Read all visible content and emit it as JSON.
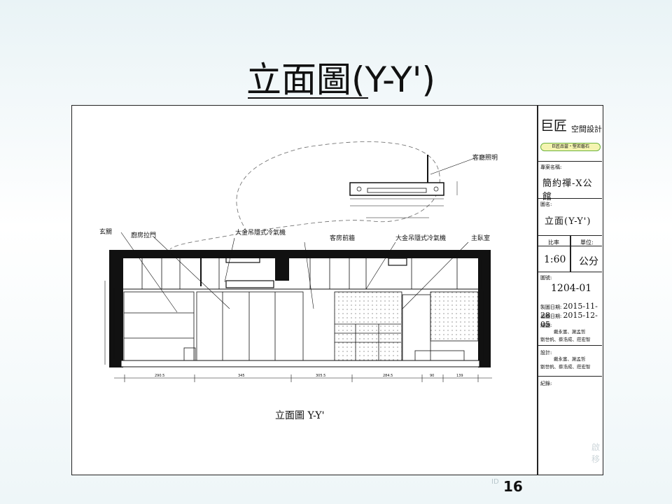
{
  "slide": {
    "title": "立面圖(Y-Y')",
    "page_number": "16",
    "faint_right_1": "啟",
    "faint_right_2": "移",
    "faint_bottom": "ID"
  },
  "drawing": {
    "caption": "立面圖 Y-Y'",
    "labels": {
      "entrance": "玄關",
      "kitchen_door": "廚房拉門",
      "ac_left": "大金吊隱式冷氣機",
      "guest_wall": "客房前牆",
      "ac_right": "大金吊隱式冷氣機",
      "master_bedroom": "主臥室",
      "living_light": "客廳照明"
    },
    "dimensions": [
      "290.5",
      "345",
      "305.5",
      "284.5",
      "90",
      "139"
    ]
  },
  "title_block": {
    "brand": "巨匠",
    "brand_sub": "空間設計",
    "slogan": "巨匠品當・堅若磐石",
    "project_label": "專案名稱:",
    "project_name": "簡約禪-X公館",
    "drawing_label": "圖名:",
    "drawing_name": "立面(Y-Y')",
    "scale_label": "比率",
    "unit_label": "單位:",
    "scale_value": "1:60",
    "unit_value": "公分",
    "number_label": "圖號:",
    "number_value": "1204-01",
    "date1_label": "製圖日期:",
    "date1_value": "2015-11-28",
    "date2_label": "出圖日期:",
    "date2_value": "2015-12-05",
    "drafting_label": "繪圖:",
    "drafting_names_1": "戴永富、謝孟哲",
    "drafting_names_2": "劉世帆、蔡浩成、莊宏智",
    "design_label": "設計:",
    "design_names_1": "戴永富、謝孟哲",
    "design_names_2": "劉世帆、蔡浩成、莊宏智",
    "record_label": "紀錄:"
  }
}
